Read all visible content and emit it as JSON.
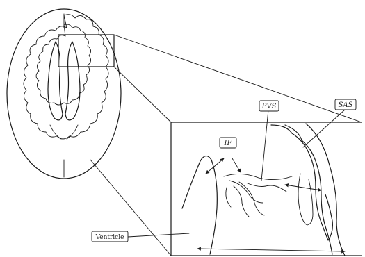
{
  "labels": {
    "ventricle": "Ventricle",
    "if": "IF",
    "pvs": "PVS",
    "sas": "SAS"
  },
  "colors": {
    "line": "#1a1a1a",
    "background": "#ffffff"
  }
}
